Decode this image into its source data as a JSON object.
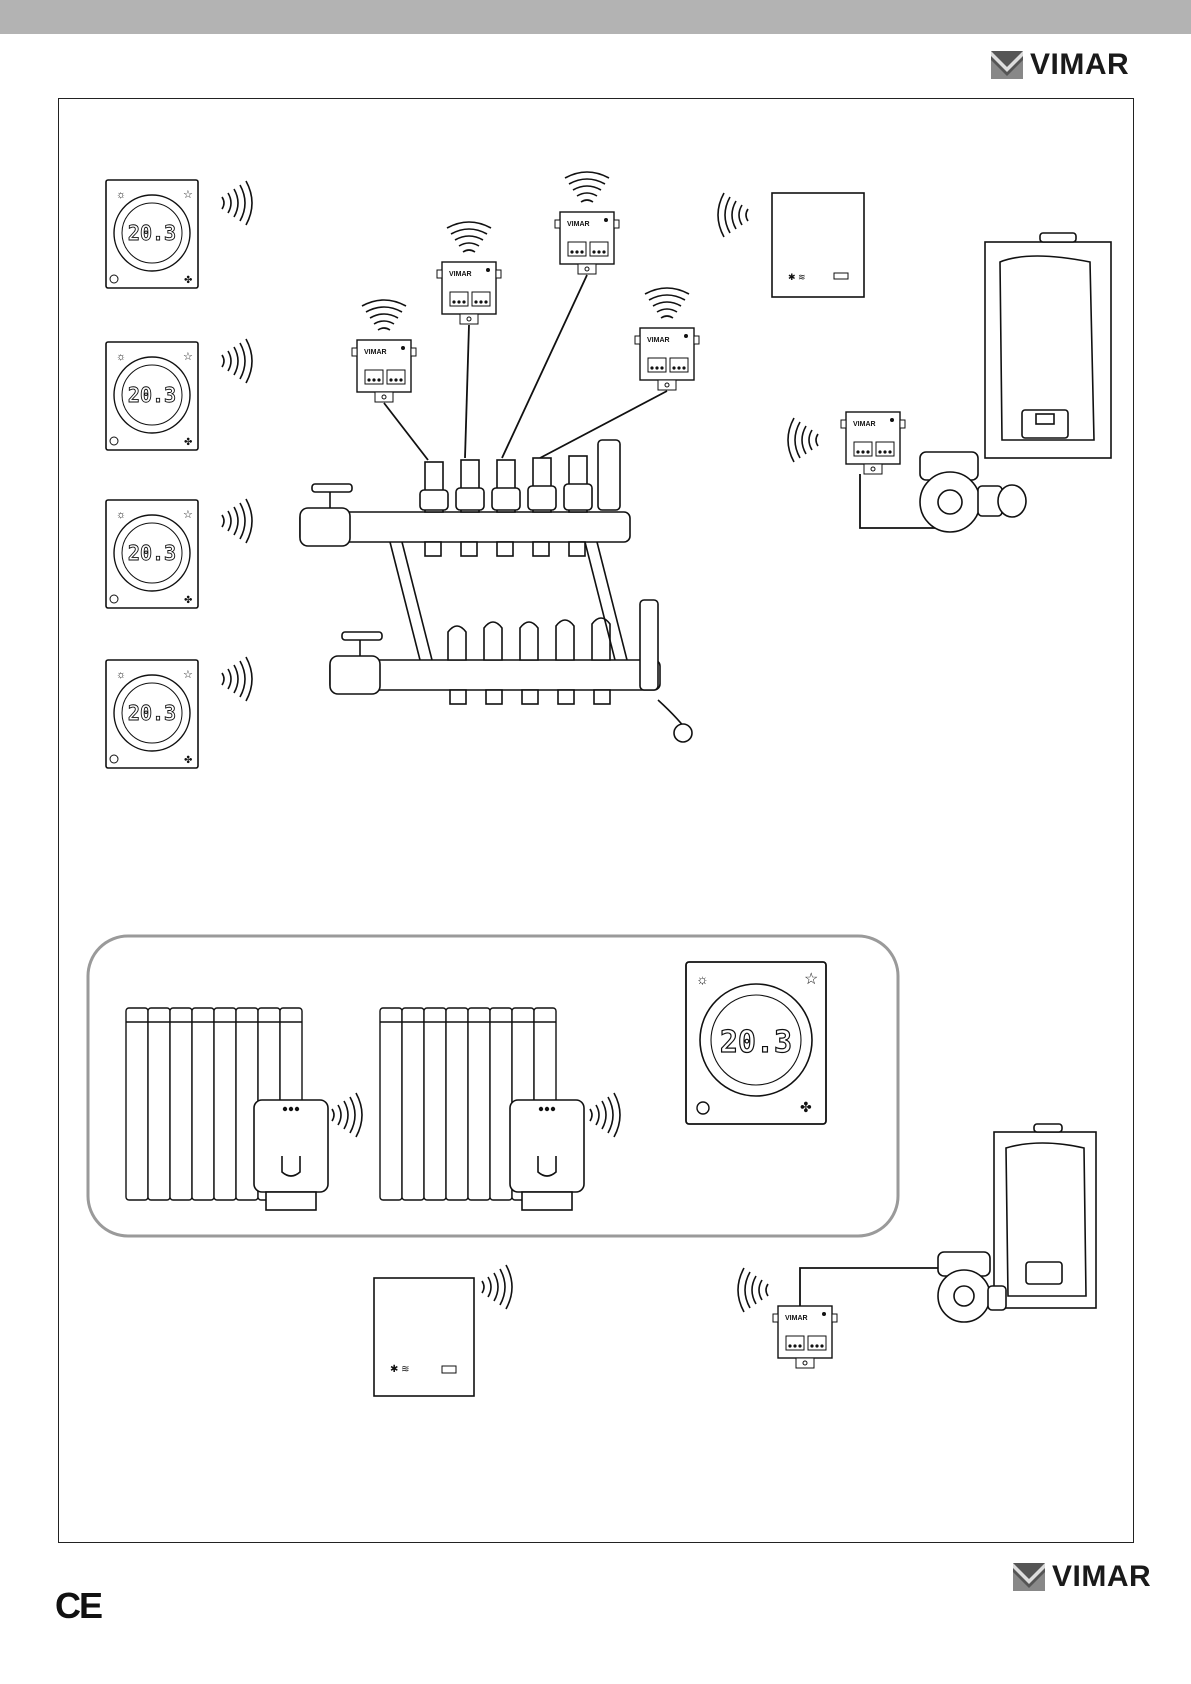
{
  "header": {
    "brand": "VIMAR"
  },
  "footer": {
    "brand": "VIMAR",
    "ce_mark": "CE"
  },
  "thermostat": {
    "temperature": "20.3",
    "count_upper": 4
  },
  "module": {
    "brand": "VIMAR"
  },
  "colors": {
    "topbar": "#b3b3b3",
    "line": "#222222",
    "zone_border": "#9a9a9a"
  },
  "icons": [
    "vimar-logo-icon",
    "thermostat-icon",
    "radio-waves-icon",
    "actuator-module-icon",
    "gateway-icon",
    "manifold-icon",
    "boiler-icon",
    "pump-icon",
    "radiator-icon",
    "thermostatic-head-icon",
    "power-icon",
    "fan-icon",
    "star-icon",
    "wifi-icon",
    "bluetooth-icon"
  ]
}
